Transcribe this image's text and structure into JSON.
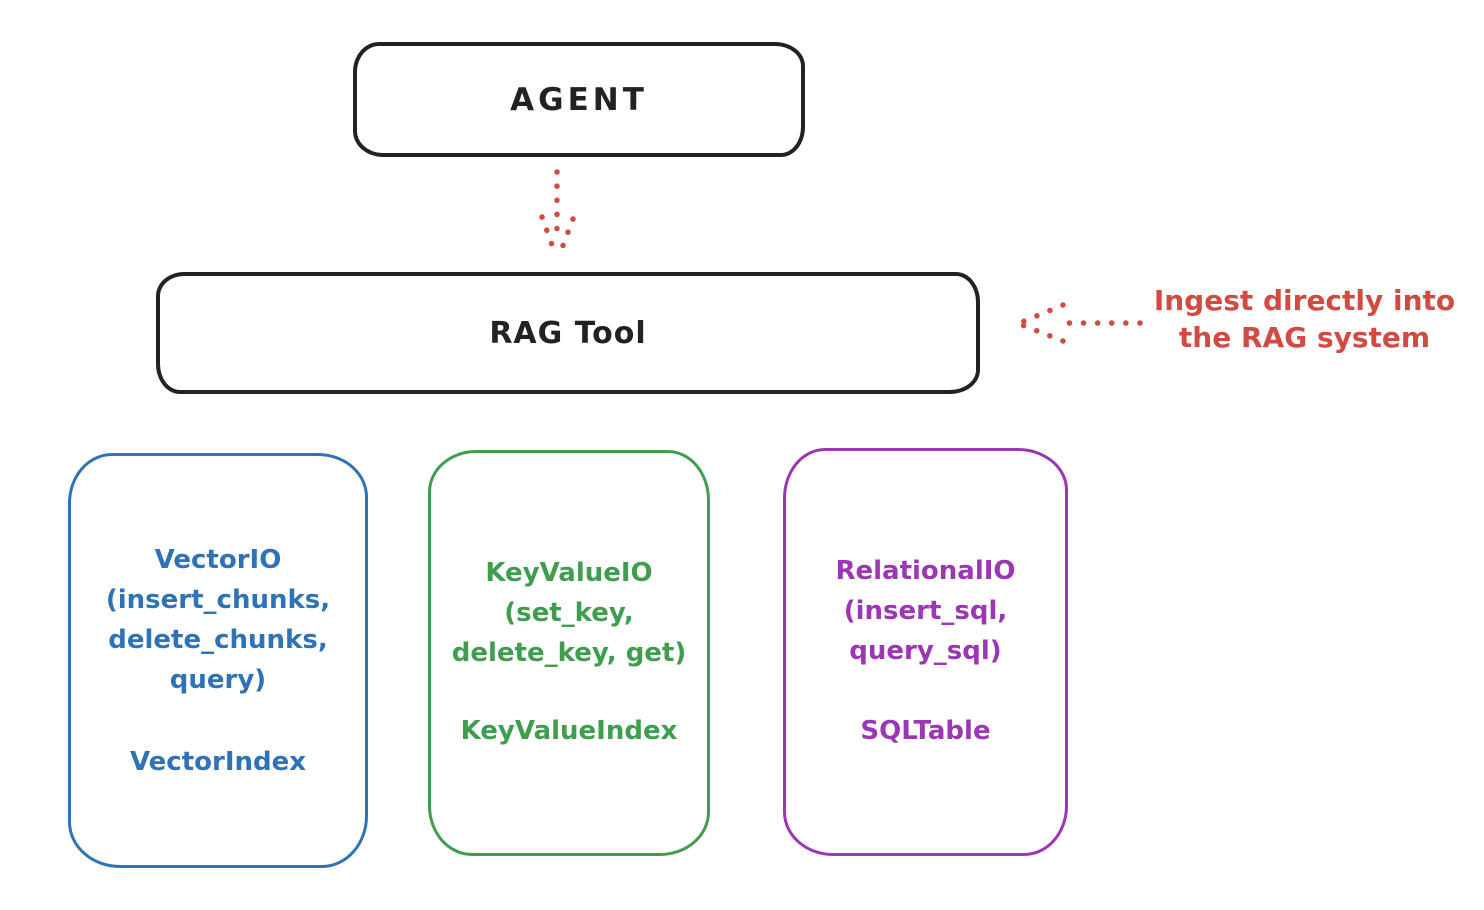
{
  "canvas": {
    "background": "#ffffff"
  },
  "nodes": {
    "agent": {
      "label": "AGENT"
    },
    "rag_tool": {
      "label": "RAG Tool"
    }
  },
  "annotation": {
    "line1": "Ingest directly into",
    "line2": "the RAG system",
    "color": "#d24b42"
  },
  "storage_nodes": {
    "vector": {
      "lines": [
        "VectorIO",
        "(insert_chunks,",
        "delete_chunks,",
        "query)"
      ],
      "index_label": "VectorIndex",
      "color": "#2e73b8"
    },
    "keyvalue": {
      "lines": [
        "KeyValueIO",
        "(set_key,",
        "delete_key, get)"
      ],
      "index_label": "KeyValueIndex",
      "color": "#3f9e4d"
    },
    "relational": {
      "lines": [
        "RelationalIO",
        "(insert_sql,",
        "query_sql)"
      ],
      "index_label": "SQLTable",
      "color": "#9c36b5"
    }
  },
  "arrows": {
    "agent_to_rag_tool": {
      "style": "dotted",
      "color": "#d24b42",
      "direction": "down"
    },
    "ingest_annotation": {
      "style": "dotted",
      "color": "#d24b42",
      "direction": "left"
    }
  },
  "colors": {
    "stroke_dark": "#222222",
    "red": "#d24b42",
    "blue": "#2e73b8",
    "green": "#3f9e4d",
    "purple": "#9c36b5",
    "background": "#ffffff"
  }
}
